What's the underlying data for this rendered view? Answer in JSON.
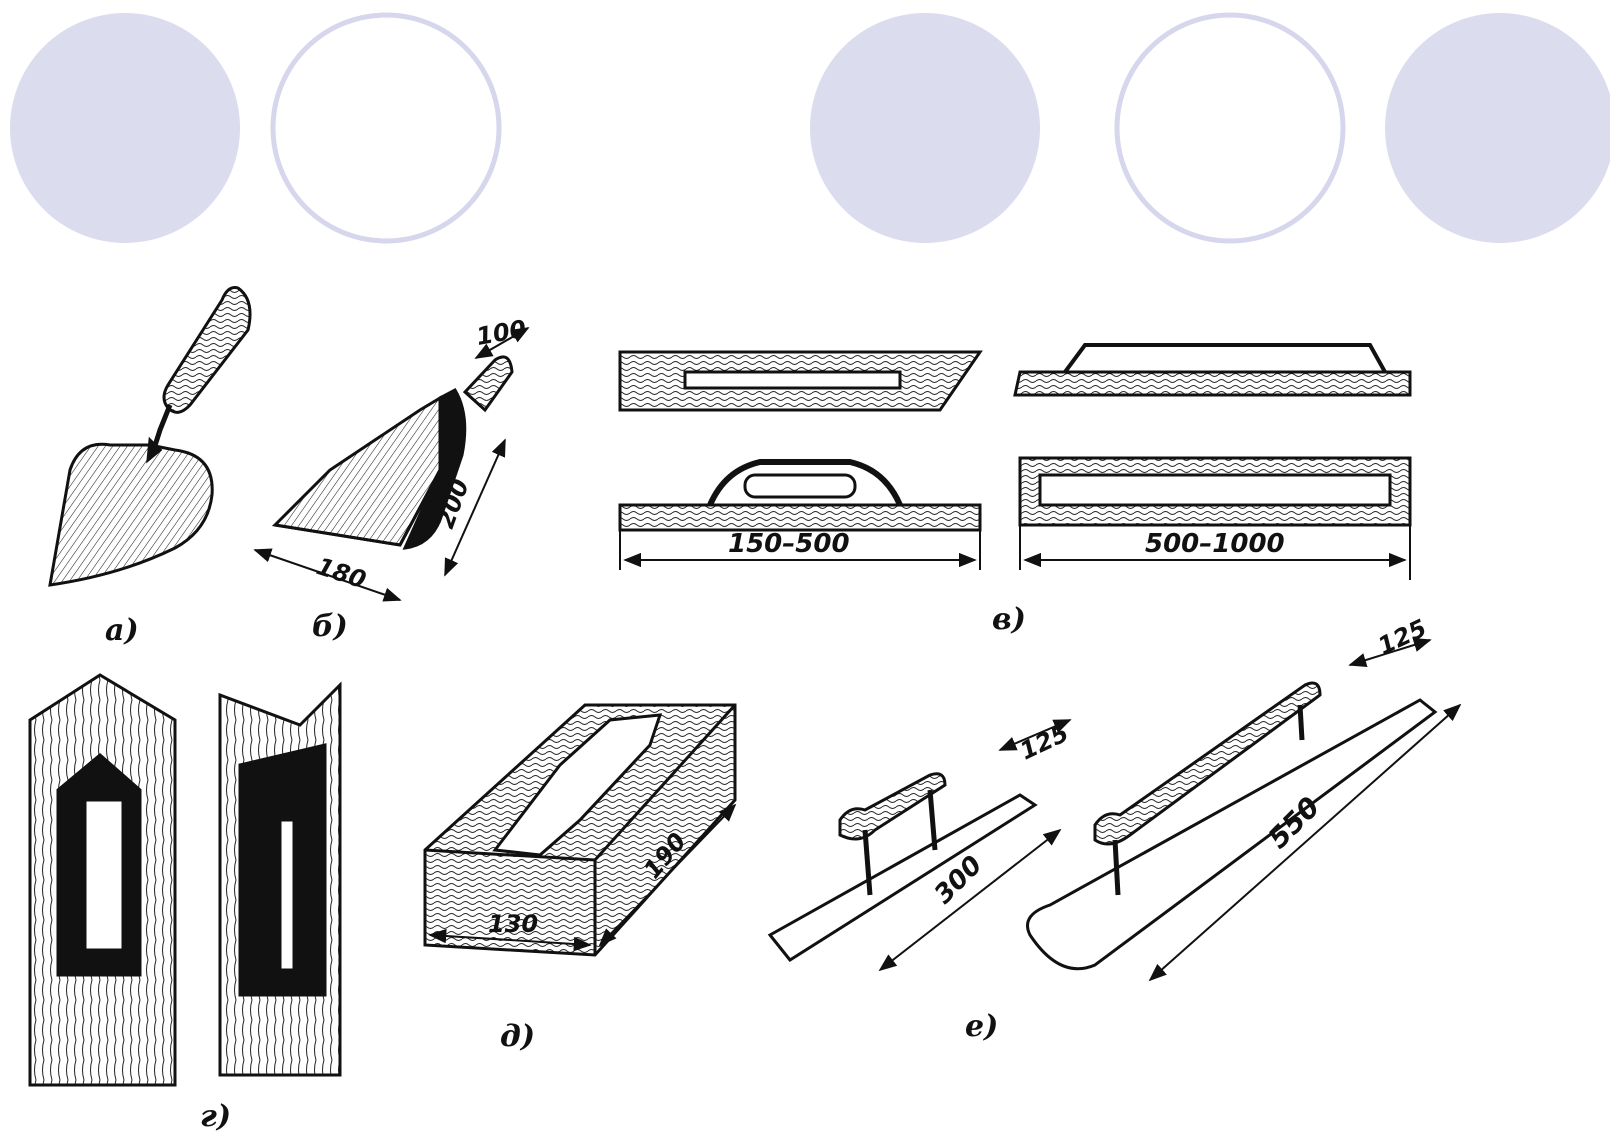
{
  "decor": {
    "circle_fill": "#dcdcef",
    "circle_stroke": "#dcdcef"
  },
  "figures": {
    "a": {
      "label": "а)"
    },
    "b": {
      "label": "б)",
      "dims": [
        "100",
        "200",
        "180"
      ]
    },
    "v": {
      "label": "в)",
      "dims": [
        "150–500",
        "500–1000"
      ]
    },
    "g": {
      "label": "г)"
    },
    "d": {
      "label": "д)",
      "dims": [
        "130",
        "190"
      ]
    },
    "e": {
      "label": "е)",
      "dims": [
        "125",
        "300",
        "125",
        "550"
      ]
    }
  }
}
